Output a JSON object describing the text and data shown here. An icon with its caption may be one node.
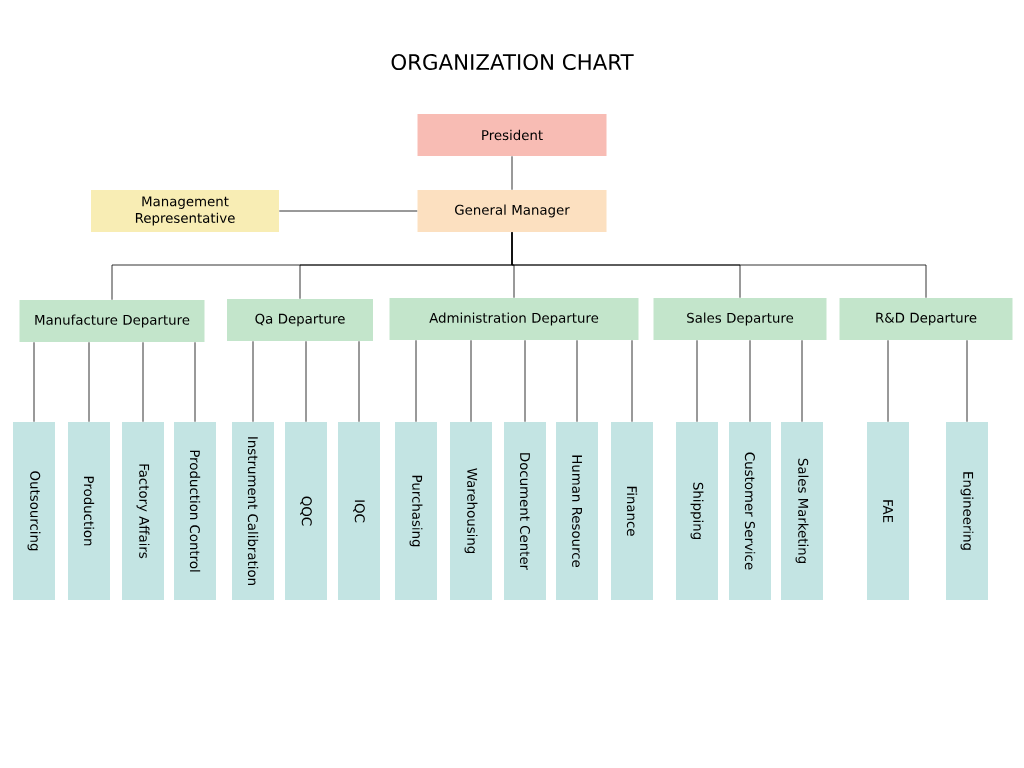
{
  "diagram": {
    "title": "ORGANIZATION CHART",
    "nodes": [
      {
        "text": [
          "President"
        ]
      },
      {
        "text": [
          "Management Representative"
        ]
      },
      {
        "text": [
          "General Manager"
        ]
      },
      {
        "text": [
          "Manufacture Departure"
        ]
      },
      {
        "text": [
          "Qa Departure"
        ]
      },
      {
        "text": [
          "Administration Departure"
        ]
      },
      {
        "text": [
          "Sales Departure"
        ]
      },
      {
        "text": [
          "R&D Departure"
        ]
      },
      {
        "text": [
          "Outsourcing"
        ]
      },
      {
        "text": [
          "Production"
        ]
      },
      {
        "text": [
          "Factory Affairs"
        ]
      },
      {
        "text": [
          "Production Control"
        ]
      },
      {
        "text": [
          "Instrument Calibration"
        ]
      },
      {
        "text": [
          "QQC"
        ]
      },
      {
        "text": [
          "IQC"
        ]
      },
      {
        "text": [
          "Purchasing"
        ]
      },
      {
        "text": [
          "Warehousing"
        ]
      },
      {
        "text": [
          "Document Center"
        ]
      },
      {
        "text": [
          "Human Resource"
        ]
      },
      {
        "text": [
          "Finance"
        ]
      },
      {
        "text": [
          "Shipping"
        ]
      },
      {
        "text": [
          "Customer Service"
        ]
      },
      {
        "text": [
          "Sales Marketing"
        ]
      },
      {
        "text": [
          "FAE"
        ]
      },
      {
        "text": [
          "Engineering"
        ]
      }
    ],
    "edges": [
      {
        "from": 0,
        "to": 2,
        "arrow": "none"
      },
      {
        "from": 2,
        "to": 1,
        "arrow": "none"
      },
      {
        "from": 2,
        "to": 3,
        "arrow": "none"
      },
      {
        "from": 2,
        "to": 4,
        "arrow": "none"
      },
      {
        "from": 2,
        "to": 5,
        "arrow": "none"
      },
      {
        "from": 2,
        "to": 6,
        "arrow": "none"
      },
      {
        "from": 2,
        "to": 7,
        "arrow": "none"
      },
      {
        "from": 3,
        "to": 8,
        "arrow": "none"
      },
      {
        "from": 3,
        "to": 9,
        "arrow": "none"
      },
      {
        "from": 3,
        "to": 10,
        "arrow": "none"
      },
      {
        "from": 3,
        "to": 11,
        "arrow": "none"
      },
      {
        "from": 4,
        "to": 12,
        "arrow": "none"
      },
      {
        "from": 4,
        "to": 13,
        "arrow": "none"
      },
      {
        "from": 4,
        "to": 14,
        "arrow": "none"
      },
      {
        "from": 5,
        "to": 15,
        "arrow": "none"
      },
      {
        "from": 5,
        "to": 16,
        "arrow": "none"
      },
      {
        "from": 5,
        "to": 17,
        "arrow": "none"
      },
      {
        "from": 5,
        "to": 18,
        "arrow": "none"
      },
      {
        "from": 5,
        "to": 19,
        "arrow": "none"
      },
      {
        "from": 6,
        "to": 20,
        "arrow": "none"
      },
      {
        "from": 6,
        "to": 21,
        "arrow": "none"
      },
      {
        "from": 6,
        "to": 22,
        "arrow": "none"
      },
      {
        "from": 7,
        "to": 23,
        "arrow": "none"
      },
      {
        "from": 7,
        "to": 24,
        "arrow": "none"
      }
    ]
  }
}
